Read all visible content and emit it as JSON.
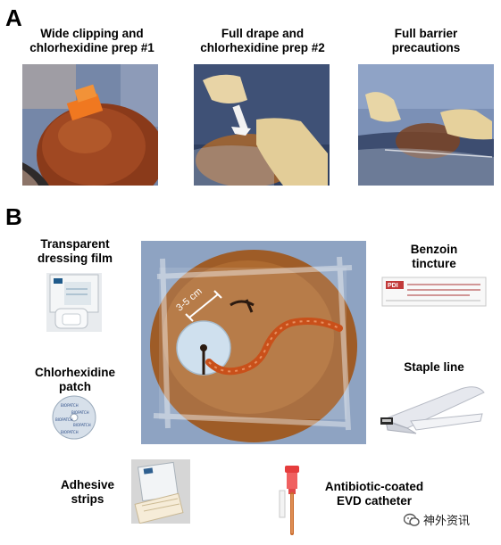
{
  "panel_a": {
    "letter": "A",
    "captions": [
      {
        "line1": "Wide clipping and",
        "line2": "chlorhexidine prep #1"
      },
      {
        "line1": "Full drape and",
        "line2": "chlorhexidine prep #2"
      },
      {
        "line1": "Full barrier",
        "line2": "precautions"
      }
    ]
  },
  "panel_b": {
    "letter": "B",
    "measurement_label": "3-5 cm",
    "labels": {
      "film": {
        "line1": "Transparent",
        "line2": "dressing film"
      },
      "patch": {
        "line1": "Chlorhexidine",
        "line2": "patch"
      },
      "strips": {
        "line1": "Adhesive",
        "line2": "strips"
      },
      "benzoin": {
        "line1": "Benzoin",
        "line2": "tincture"
      },
      "staple": {
        "line1": "Staple line"
      },
      "catheter": {
        "line1": "Antibiotic-coated",
        "line2": "EVD catheter"
      }
    },
    "benzoin_brand": "PDI",
    "patch_text": "BIOPATCH"
  },
  "watermark": {
    "text": "神外资讯"
  },
  "colors": {
    "skin": "#a9662c",
    "drape": "#7f96b6",
    "glove": "#e7d3a1",
    "catheter": "#d8541c"
  }
}
